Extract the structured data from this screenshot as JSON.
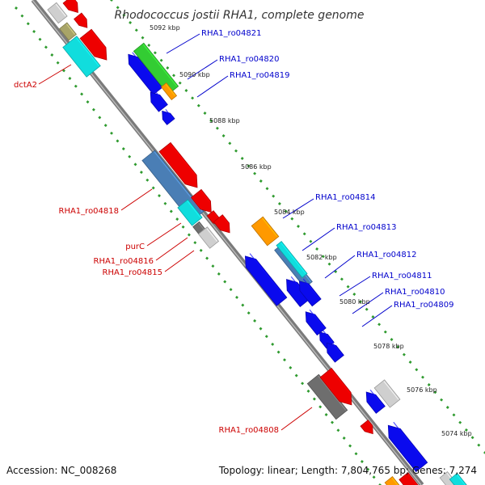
{
  "title": "Rhodococcus jostii RHA1, complete genome",
  "footer": {
    "accession": "Accession: NC_008268",
    "topology": "Topology: linear; Length: 7,804,765 bp; Genes: 7,274"
  },
  "colors": {
    "backbone": "#8c8c8c",
    "dots": "#2e9a2e",
    "forward_label": "#cc0000",
    "reverse_label": "#0000cc",
    "red": "#ee0000",
    "blue": "#0a0aee",
    "green": "#33cc33",
    "cyan": "#11dddd",
    "steel": "#4a7eb5",
    "orange": "#ff9900",
    "gray": "#6e6e6e",
    "lightgray": "#cfcfcf",
    "olive": "#a8a468"
  },
  "scale_marks": [
    "5092 kbp",
    "5090 kbp",
    "5088 kbp",
    "5086 kbp",
    "5084 kbp",
    "5082 kbp",
    "5080 kbp",
    "5078 kbp",
    "5076 kbp",
    "5074 kbp"
  ],
  "reverse_gene_labels": [
    "RHA1_ro04821",
    "RHA1_ro04820",
    "RHA1_ro04819",
    "RHA1_ro04814",
    "RHA1_ro04813",
    "RHA1_ro04812",
    "RHA1_ro04811",
    "RHA1_ro04810",
    "RHA1_ro04809"
  ],
  "forward_gene_labels": [
    "dctA2",
    "RHA1_ro04818",
    "purC",
    "RHA1_ro04816",
    "RHA1_ro04815",
    "RHA1_ro04808"
  ]
}
